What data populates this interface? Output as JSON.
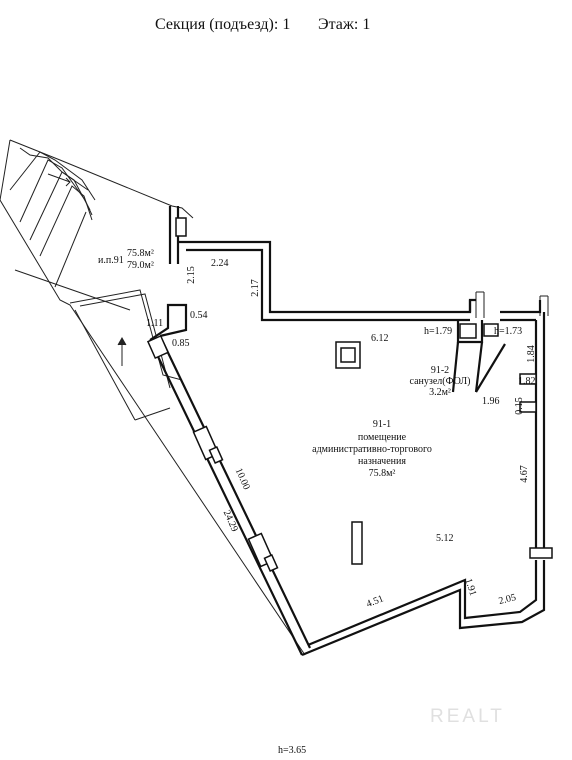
{
  "header": {
    "section": "Секция (подъезд): 1",
    "floor": "Этаж:  1"
  },
  "plan": {
    "rooms": [
      {
        "id": "91-1",
        "title": "91-1",
        "line1": "помещение",
        "line2": "административно-торгового",
        "line3": "назначения",
        "area": "75.8м²"
      },
      {
        "id": "91-2",
        "title": "91-2",
        "name": "санузел(ФОЛ)",
        "area": "3.2м²"
      }
    ],
    "summary": {
      "label": "и.п.91",
      "area1": "75.8м²",
      "area2": "79.0м²"
    },
    "dimensions": {
      "d224": "2.24",
      "d215": "2.15",
      "d217": "2.17",
      "d111": "1.11",
      "d054": "0.54",
      "d085": "0.85",
      "d612": "6.12",
      "h179": "h=1.79",
      "h173": "h=1.73",
      "d184": "1.84",
      "d182": "1.82",
      "d015": "0.15",
      "d196": "1.96",
      "d467": "4.67",
      "d1000": "10.00",
      "d2429": "24.29",
      "d512": "5.12",
      "d451": "4.51",
      "d191": "1.91",
      "d205": "2.05"
    }
  },
  "footer": {
    "height": "h=3.65"
  },
  "watermark": "REALT"
}
